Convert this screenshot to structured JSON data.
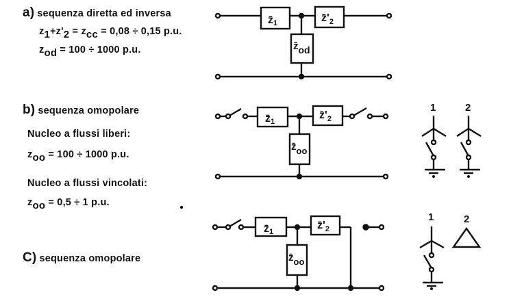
{
  "section_a": {
    "letter": "a)",
    "title": "sequenza diretta ed inversa",
    "eq1": {
      "z1": "z",
      "z1_sub": "1",
      "plus": "+",
      "z2": "z'",
      "z2_sub": "2",
      "eq": " = z",
      "zcc_sub": "cc",
      "value": " = 0,08 ÷ 0,15 p.u."
    },
    "eq2": {
      "z": "z",
      "sub": "od",
      "value": " = 100 ÷ 1000 p.u."
    },
    "circuit": {
      "z1": "z̄",
      "z1_sub": "1",
      "z2": "z̄'",
      "z2_sub": "2",
      "zsh": "z̄",
      "zsh_sub": "od"
    }
  },
  "section_b": {
    "letter": "b)",
    "title": "sequenza omopolare",
    "free_core": "Nucleo a flussi liberi:",
    "eq1": {
      "z": "z",
      "sub": "oo",
      "value": " = 100 ÷ 1000 p.u."
    },
    "bound_core": "Nucleo a flussi vincolati:",
    "eq2": {
      "z": "z",
      "sub": "oo",
      "value": " = 0,5 ÷ 1 p.u."
    },
    "circuit": {
      "z1": "z̄",
      "z1_sub": "1",
      "z2": "z̄'",
      "z2_sub": "2",
      "zsh": "z̄",
      "zsh_sub": "oo"
    },
    "winding_labels": [
      "1",
      "2"
    ]
  },
  "section_c": {
    "letter": "C)",
    "title": "sequenza omopolare",
    "circuit": {
      "z1": "z̄",
      "z1_sub": "1",
      "z2": "z̄'",
      "z2_sub": "2",
      "zsh": "z̄",
      "zsh_sub": "oo"
    },
    "winding_labels": [
      "1",
      "2"
    ]
  }
}
